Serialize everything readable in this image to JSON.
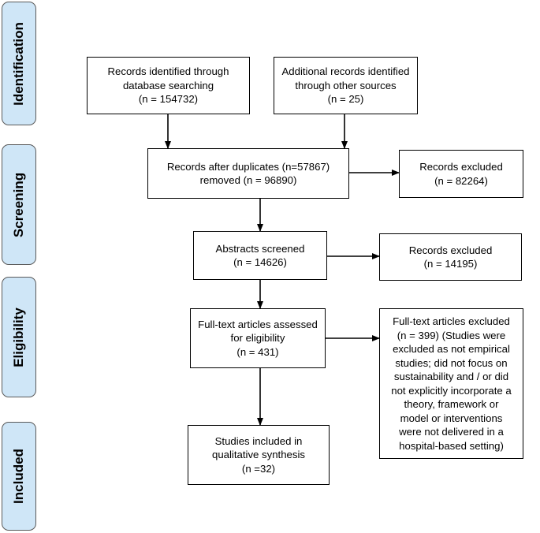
{
  "stages": {
    "identification": "Identification",
    "screening": "Screening",
    "eligibility": "Eligibility",
    "included": "Included"
  },
  "boxes": {
    "db_search": "Records identified through\ndatabase searching\n(n =  154732)",
    "other_sources": "Additional records identified\nthrough other sources\n(n = 25)",
    "after_duplicates": "Records after duplicates (n=57867)\nremoved (n = 96890)",
    "excluded_1": "Records excluded\n(n = 82264)",
    "abstracts": "Abstracts screened\n(n = 14626)",
    "excluded_2": "Records excluded\n(n = 14195)",
    "fulltext": "Full-text articles assessed\nfor eligibility\n(n = 431)",
    "fulltext_excluded": "Full-text articles excluded\n(n = 399) (Studies were\nexcluded as not empirical\nstudies; did not focus on\nsustainability and / or did\nnot explicitly incorporate a\ntheory, framework or\nmodel or interventions\nwere not delivered in a\nhospital-based setting)",
    "included": "Studies included in\nqualitative synthesis\n(n =32)"
  }
}
